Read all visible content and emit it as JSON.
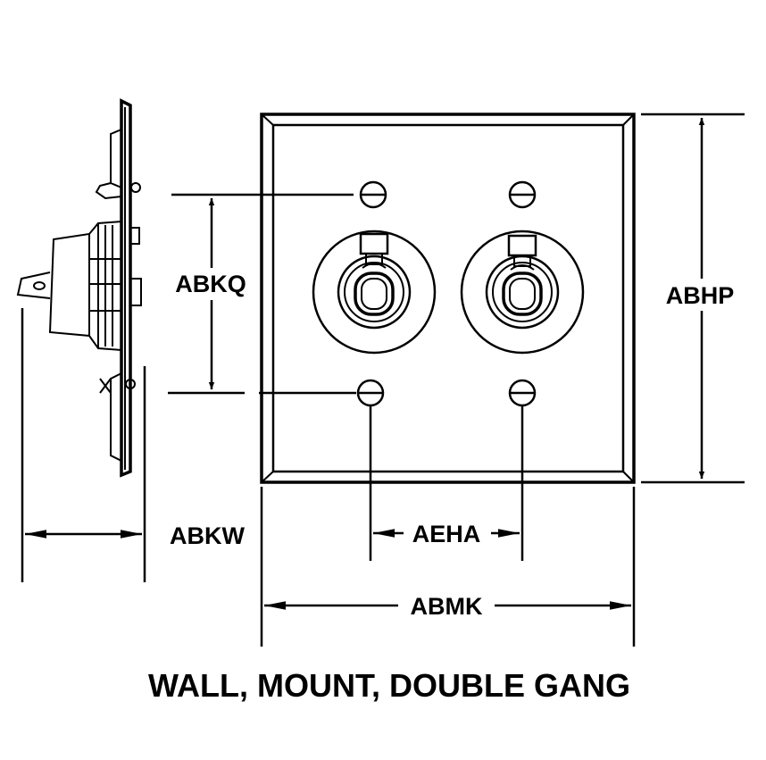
{
  "diagram": {
    "caption": "WALL, MOUNT, DOUBLE GANG",
    "dimensions": {
      "abkq": "ABKQ",
      "abhp": "ABHP",
      "abkw": "ABKW",
      "aeha": "AEHA",
      "abmk": "ABMK"
    }
  }
}
